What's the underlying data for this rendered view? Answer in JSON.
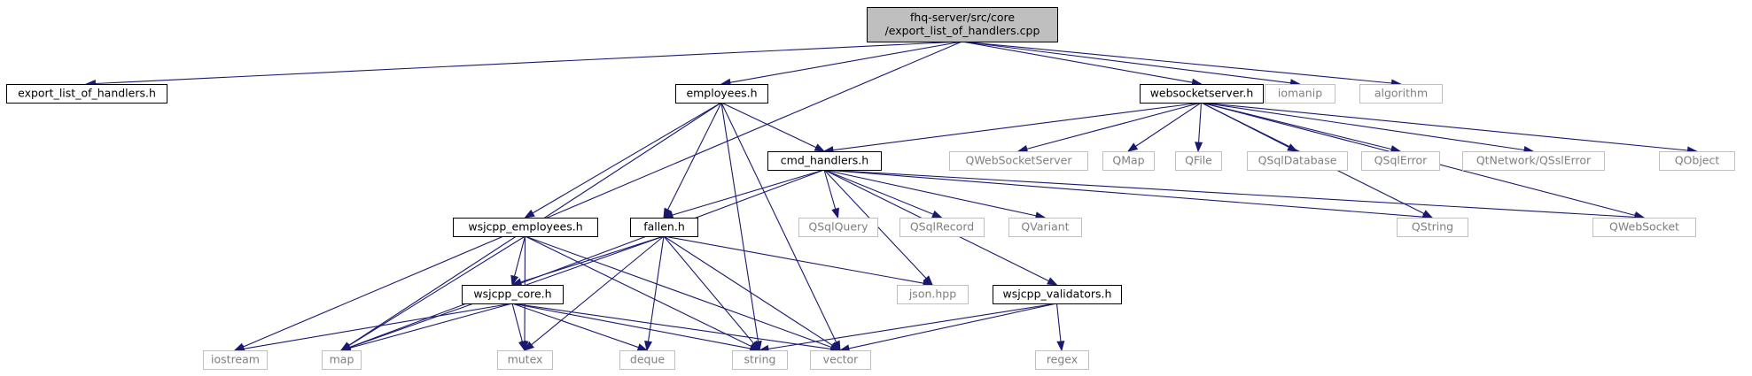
{
  "colors": {
    "edge": "#191970",
    "root_fill": "#bfbfbf",
    "documented_border": "#000000",
    "undocumented_border": "#bfbfbf",
    "undocumented_text": "#7f7f7f",
    "node_fill": "#ffffff"
  },
  "nodes": [
    {
      "id": "root",
      "kind": "root",
      "lines": [
        "fhq-server/src/core",
        "/export_list_of_handlers.cpp"
      ]
    },
    {
      "id": "export_list_of_handlers_h",
      "kind": "documented",
      "lines": [
        "export_list_of_handlers.h"
      ]
    },
    {
      "id": "employees_h",
      "kind": "documented",
      "lines": [
        "employees.h"
      ]
    },
    {
      "id": "websocketserver_h",
      "kind": "documented",
      "lines": [
        "websocketserver.h"
      ]
    },
    {
      "id": "iomanip",
      "kind": "external",
      "lines": [
        "iomanip"
      ]
    },
    {
      "id": "algorithm",
      "kind": "external",
      "lines": [
        "algorithm"
      ]
    },
    {
      "id": "cmd_handlers_h",
      "kind": "documented",
      "lines": [
        "cmd_handlers.h"
      ]
    },
    {
      "id": "QWebSocketServer",
      "kind": "external",
      "lines": [
        "QWebSocketServer"
      ]
    },
    {
      "id": "QMap",
      "kind": "external",
      "lines": [
        "QMap"
      ]
    },
    {
      "id": "QFile",
      "kind": "external",
      "lines": [
        "QFile"
      ]
    },
    {
      "id": "QSqlDatabase",
      "kind": "external",
      "lines": [
        "QSqlDatabase"
      ]
    },
    {
      "id": "QSqlError",
      "kind": "external",
      "lines": [
        "QSqlError"
      ]
    },
    {
      "id": "QSslError",
      "kind": "external",
      "lines": [
        "QtNetwork/QSslError"
      ]
    },
    {
      "id": "QObject",
      "kind": "external",
      "lines": [
        "QObject"
      ]
    },
    {
      "id": "wsjcpp_employees_h",
      "kind": "documented",
      "lines": [
        "wsjcpp_employees.h"
      ]
    },
    {
      "id": "fallen_h",
      "kind": "documented",
      "lines": [
        "fallen.h"
      ]
    },
    {
      "id": "QSqlQuery",
      "kind": "external",
      "lines": [
        "QSqlQuery"
      ]
    },
    {
      "id": "QSqlRecord",
      "kind": "external",
      "lines": [
        "QSqlRecord"
      ]
    },
    {
      "id": "QVariant",
      "kind": "external",
      "lines": [
        "QVariant"
      ]
    },
    {
      "id": "QString",
      "kind": "external",
      "lines": [
        "QString"
      ]
    },
    {
      "id": "QWebSocket",
      "kind": "external",
      "lines": [
        "QWebSocket"
      ]
    },
    {
      "id": "wsjcpp_core_h",
      "kind": "documented",
      "lines": [
        "wsjcpp_core.h"
      ]
    },
    {
      "id": "json_hpp",
      "kind": "external",
      "lines": [
        "json.hpp"
      ]
    },
    {
      "id": "wsjcpp_validators_h",
      "kind": "documented",
      "lines": [
        "wsjcpp_validators.h"
      ]
    },
    {
      "id": "iostream",
      "kind": "external",
      "lines": [
        "iostream"
      ]
    },
    {
      "id": "map",
      "kind": "external",
      "lines": [
        "map"
      ]
    },
    {
      "id": "mutex",
      "kind": "external",
      "lines": [
        "mutex"
      ]
    },
    {
      "id": "deque",
      "kind": "external",
      "lines": [
        "deque"
      ]
    },
    {
      "id": "string",
      "kind": "external",
      "lines": [
        "string"
      ]
    },
    {
      "id": "vector",
      "kind": "external",
      "lines": [
        "vector"
      ]
    },
    {
      "id": "regex",
      "kind": "external",
      "lines": [
        "regex"
      ]
    }
  ],
  "edges": [
    [
      "root",
      "export_list_of_handlers_h"
    ],
    [
      "root",
      "employees_h"
    ],
    [
      "root",
      "websocketserver_h"
    ],
    [
      "root",
      "iomanip"
    ],
    [
      "root",
      "algorithm"
    ],
    [
      "root",
      "iostream"
    ],
    [
      "employees_h",
      "cmd_handlers_h"
    ],
    [
      "employees_h",
      "wsjcpp_employees_h"
    ],
    [
      "employees_h",
      "fallen_h"
    ],
    [
      "employees_h",
      "map"
    ],
    [
      "employees_h",
      "string"
    ],
    [
      "employees_h",
      "vector"
    ],
    [
      "websocketserver_h",
      "cmd_handlers_h"
    ],
    [
      "websocketserver_h",
      "QWebSocketServer"
    ],
    [
      "websocketserver_h",
      "QMap"
    ],
    [
      "websocketserver_h",
      "QFile"
    ],
    [
      "websocketserver_h",
      "QSqlDatabase"
    ],
    [
      "websocketserver_h",
      "QSqlError"
    ],
    [
      "websocketserver_h",
      "QSslError"
    ],
    [
      "websocketserver_h",
      "QObject"
    ],
    [
      "websocketserver_h",
      "QString"
    ],
    [
      "websocketserver_h",
      "QWebSocket"
    ],
    [
      "cmd_handlers_h",
      "fallen_h"
    ],
    [
      "cmd_handlers_h",
      "QSqlQuery"
    ],
    [
      "cmd_handlers_h",
      "QSqlRecord"
    ],
    [
      "cmd_handlers_h",
      "QVariant"
    ],
    [
      "cmd_handlers_h",
      "QString"
    ],
    [
      "cmd_handlers_h",
      "QWebSocket"
    ],
    [
      "cmd_handlers_h",
      "json_hpp"
    ],
    [
      "cmd_handlers_h",
      "wsjcpp_validators_h"
    ],
    [
      "cmd_handlers_h",
      "map"
    ],
    [
      "wsjcpp_employees_h",
      "wsjcpp_core_h"
    ],
    [
      "wsjcpp_employees_h",
      "map"
    ],
    [
      "wsjcpp_employees_h",
      "mutex"
    ],
    [
      "wsjcpp_employees_h",
      "string"
    ],
    [
      "wsjcpp_employees_h",
      "vector"
    ],
    [
      "fallen_h",
      "wsjcpp_core_h"
    ],
    [
      "fallen_h",
      "json_hpp"
    ],
    [
      "fallen_h",
      "map"
    ],
    [
      "fallen_h",
      "mutex"
    ],
    [
      "fallen_h",
      "deque"
    ],
    [
      "fallen_h",
      "string"
    ],
    [
      "fallen_h",
      "vector"
    ],
    [
      "wsjcpp_core_h",
      "iostream"
    ],
    [
      "wsjcpp_core_h",
      "map"
    ],
    [
      "wsjcpp_core_h",
      "mutex"
    ],
    [
      "wsjcpp_core_h",
      "deque"
    ],
    [
      "wsjcpp_core_h",
      "string"
    ],
    [
      "wsjcpp_core_h",
      "vector"
    ],
    [
      "wsjcpp_validators_h",
      "string"
    ],
    [
      "wsjcpp_validators_h",
      "vector"
    ],
    [
      "wsjcpp_validators_h",
      "regex"
    ]
  ]
}
